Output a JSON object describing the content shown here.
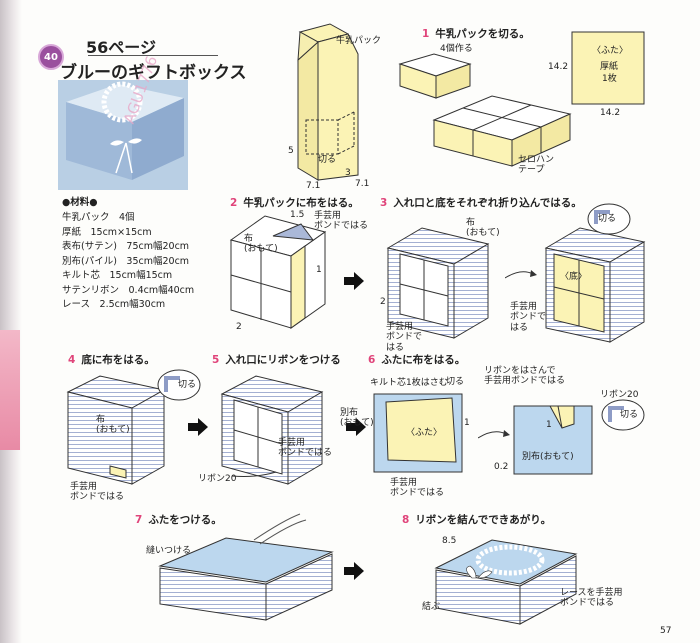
{
  "header": {
    "badge": "40",
    "page_ref": "56ページ",
    "title": "ブルーのギフトボックス"
  },
  "watermark": "AGU1776",
  "materials": {
    "heading": "●材料●",
    "items": [
      "牛乳パック　4個",
      "厚紙　15cm×15cm",
      "表布(サテン)　75cm幅20cm",
      "別布(パイル)　35cm幅20cm",
      "キルト芯　15cm幅15cm",
      "サテンリボン　0.4cm幅40cm",
      "レース　2.5cm幅30cm"
    ]
  },
  "steps": {
    "s1": {
      "num": "1",
      "text": "牛乳パックを切る。"
    },
    "s2": {
      "num": "2",
      "text": "牛乳パックに布をはる。"
    },
    "s3": {
      "num": "3",
      "text": "入れ口と底をそれぞれ折り込んではる。"
    },
    "s4": {
      "num": "4",
      "text": "底に布をはる。"
    },
    "s5": {
      "num": "5",
      "text": "入れ口にリボンをつける"
    },
    "s6": {
      "num": "6",
      "text": "ふたに布をはる。"
    },
    "s7": {
      "num": "7",
      "text": "ふたをつける。"
    },
    "s8": {
      "num": "8",
      "text": "リボンを結んでできあがり。"
    }
  },
  "labels": {
    "milk_pack": "牛乳パック",
    "cut": "切る",
    "four_pieces": "4個作る",
    "dim_7_1a": "7.1",
    "dim_7_1b": "7.1",
    "dim_5": "5",
    "dim_3": "3",
    "lid": "〈ふた〉",
    "board": "厚紙",
    "one_sheet": "1枚",
    "dim_14_2a": "14.2",
    "dim_14_2b": "14.2",
    "cellophane": "セロハン\nテープ",
    "dim_1_5": "1.5",
    "craft_bond_ha": "手芸用\nボンドではる",
    "cloth_front": "布\n(おもて)",
    "one": "1",
    "two": "2",
    "cloth_front2": "布\n(おもて)",
    "two_b": "2",
    "craft_bond_b": "手芸用\nボンドで\nはる",
    "cut2": "切る",
    "bottom": "〈底〉",
    "craft_bond_c": "手芸用\nボンドで\nはる",
    "cut3": "切る",
    "cloth_front3": "布\n(おもて)",
    "craft_bond_d": "手芸用\nボンドではる",
    "craft_bond_e": "手芸用\nボンドではる",
    "ribbon20": "リボン20",
    "quilt_one": "キルト芯1枚はさむ",
    "cut4": "切る",
    "other_cloth_front": "別布\n(おもて)",
    "lid2": "〈ふた〉",
    "one_b": "1",
    "craft_bond_f": "手芸用\nボンドではる",
    "ribbon_bond": "リボンをはさんで\n手芸用ボンドではる",
    "ribbon20b": "リボン20",
    "cut5": "切る",
    "one_c": "1",
    "other_cloth_front2": "別布(おもて)",
    "dim_0_2": "0.2",
    "sew_on": "縫いつける",
    "dim_8_5": "8.5",
    "lace_bond": "レースを手芸用\nボンドではる",
    "tie": "結ぶ"
  },
  "page_number": "57",
  "colors": {
    "accent": "#e0447a",
    "badge": "#9a4f9e",
    "cardboard": "#fbf3b5",
    "stripe": "#aab8d8",
    "blue_cloth": "#bcd7ee"
  }
}
